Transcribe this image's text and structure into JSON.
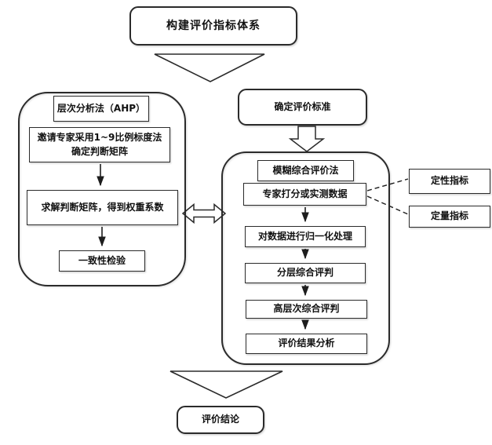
{
  "diagram": {
    "title_semantic": "evaluation-process-flowchart",
    "colors": {
      "background": "#ffffff",
      "stroke": "#2b2b2b",
      "text": "#111111"
    },
    "nodes": {
      "top": "构建评价指标体系",
      "left_container_title": "层次分析法（AHP）",
      "left_steps": [
        "邀请专家采用1~9比例标度法确定判断矩阵",
        "求解判断矩阵，得到权重系数",
        "一致性检验"
      ],
      "right_top": "确定评价标准",
      "right_container_title": "模糊综合评价法",
      "right_steps": [
        "专家打分或实测数据",
        "对数据进行归一化处理",
        "分层综合评判",
        "高层次综合评判",
        "评价结果分析"
      ],
      "side_qualitative": "定性指标",
      "side_quantitative": "定量指标",
      "bottom": "评价结论"
    }
  }
}
